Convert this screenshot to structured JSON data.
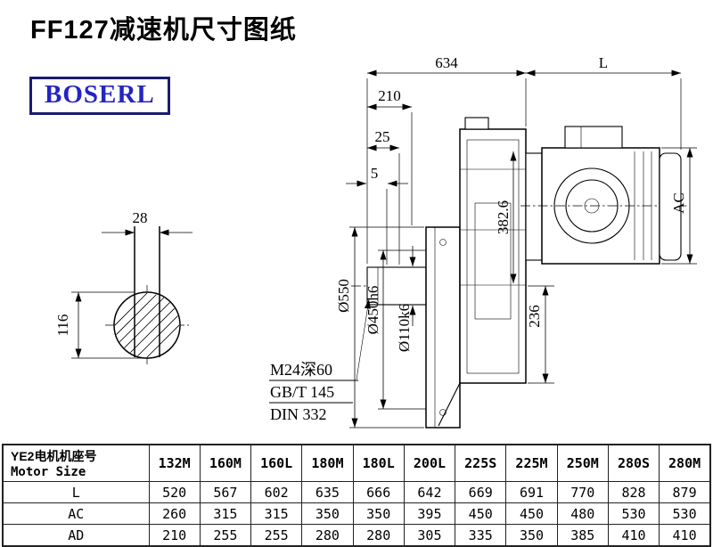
{
  "page": {
    "title": "FF127减速机尺寸图纸"
  },
  "logo": {
    "text": "BOSERL"
  },
  "drawing": {
    "dims": {
      "top_width": "634",
      "motor_length": "L",
      "d210": "210",
      "d25": "25",
      "d5": "5",
      "flange_od": "Ø550",
      "spigot_d": "Ø450h6",
      "shaft_d": "Ø110k6",
      "d382": "382.6",
      "d236": "236",
      "ac": "AC",
      "key_width": "28",
      "key_height": "116"
    },
    "notes": {
      "thread": "M24深60",
      "std1": "GB/T 145",
      "std2": "DIN 332"
    }
  },
  "table": {
    "header": {
      "cn": "YE2电机机座号",
      "en": "Motor Size"
    },
    "columns": [
      "132M",
      "160M",
      "160L",
      "180M",
      "180L",
      "200L",
      "225S",
      "225M",
      "250M",
      "280S",
      "280M"
    ],
    "rows": [
      {
        "label": "L",
        "values": [
          "520",
          "567",
          "602",
          "635",
          "666",
          "642",
          "669",
          "691",
          "770",
          "828",
          "879"
        ]
      },
      {
        "label": "AC",
        "values": [
          "260",
          "315",
          "315",
          "350",
          "350",
          "395",
          "450",
          "450",
          "480",
          "530",
          "530"
        ]
      },
      {
        "label": "AD",
        "values": [
          "210",
          "255",
          "255",
          "280",
          "280",
          "305",
          "335",
          "350",
          "385",
          "410",
          "410"
        ]
      }
    ]
  }
}
